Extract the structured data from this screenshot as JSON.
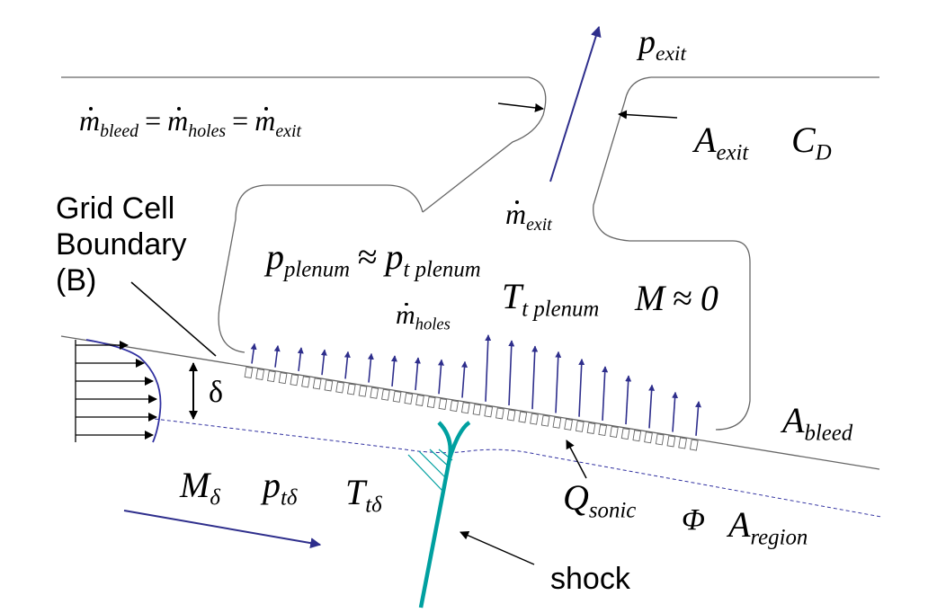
{
  "equations": {
    "mass_balance": {
      "bleed_sym": "m",
      "bleed_sub": "bleed",
      "eq1": "=",
      "holes_sym": "m",
      "holes_sub": "holes",
      "eq2": "=",
      "exit_sym": "m",
      "exit_sub": "exit"
    }
  },
  "labels": {
    "p_exit": {
      "sym": "p",
      "sub": "exit"
    },
    "a_exit": {
      "sym": "A",
      "sub": "exit"
    },
    "c_d": {
      "sym": "C",
      "sub": "D"
    },
    "m_exit": {
      "sym": "m",
      "sub": "exit"
    },
    "p_plenum": {
      "sym": "p",
      "sub": "plenum"
    },
    "approx1": "≈",
    "pt_plenum": {
      "sym": "p",
      "sub": "t plenum"
    },
    "tt_plenum": {
      "sym": "T",
      "sub": "t plenum"
    },
    "mach_zero": {
      "sym": "M",
      "approx": "≈",
      "value": "0"
    },
    "m_holes": {
      "sym": "m",
      "sub": "holes"
    },
    "a_bleed": {
      "sym": "A",
      "sub": "bleed"
    },
    "delta": "δ",
    "m_delta": {
      "sym": "M",
      "sub": "δ"
    },
    "pt_delta": {
      "sym": "p",
      "sub": "tδ"
    },
    "tt_delta": {
      "sym": "T",
      "sub": "tδ"
    },
    "q_sonic": {
      "sym": "Q",
      "sub": "sonic"
    },
    "phi": "Φ",
    "a_region": {
      "sym": "A",
      "sub": "region"
    },
    "grid_cell_line1": "Grid Cell",
    "grid_cell_line2": "Boundary",
    "grid_cell_line3": "(B)",
    "shock": "shock"
  },
  "colors": {
    "outline": "#666666",
    "flow_arrow": "#2e2e8c",
    "shock": "#00a0a0",
    "boundary_layer_edge": "#3030a0",
    "pointer": "#000000"
  }
}
